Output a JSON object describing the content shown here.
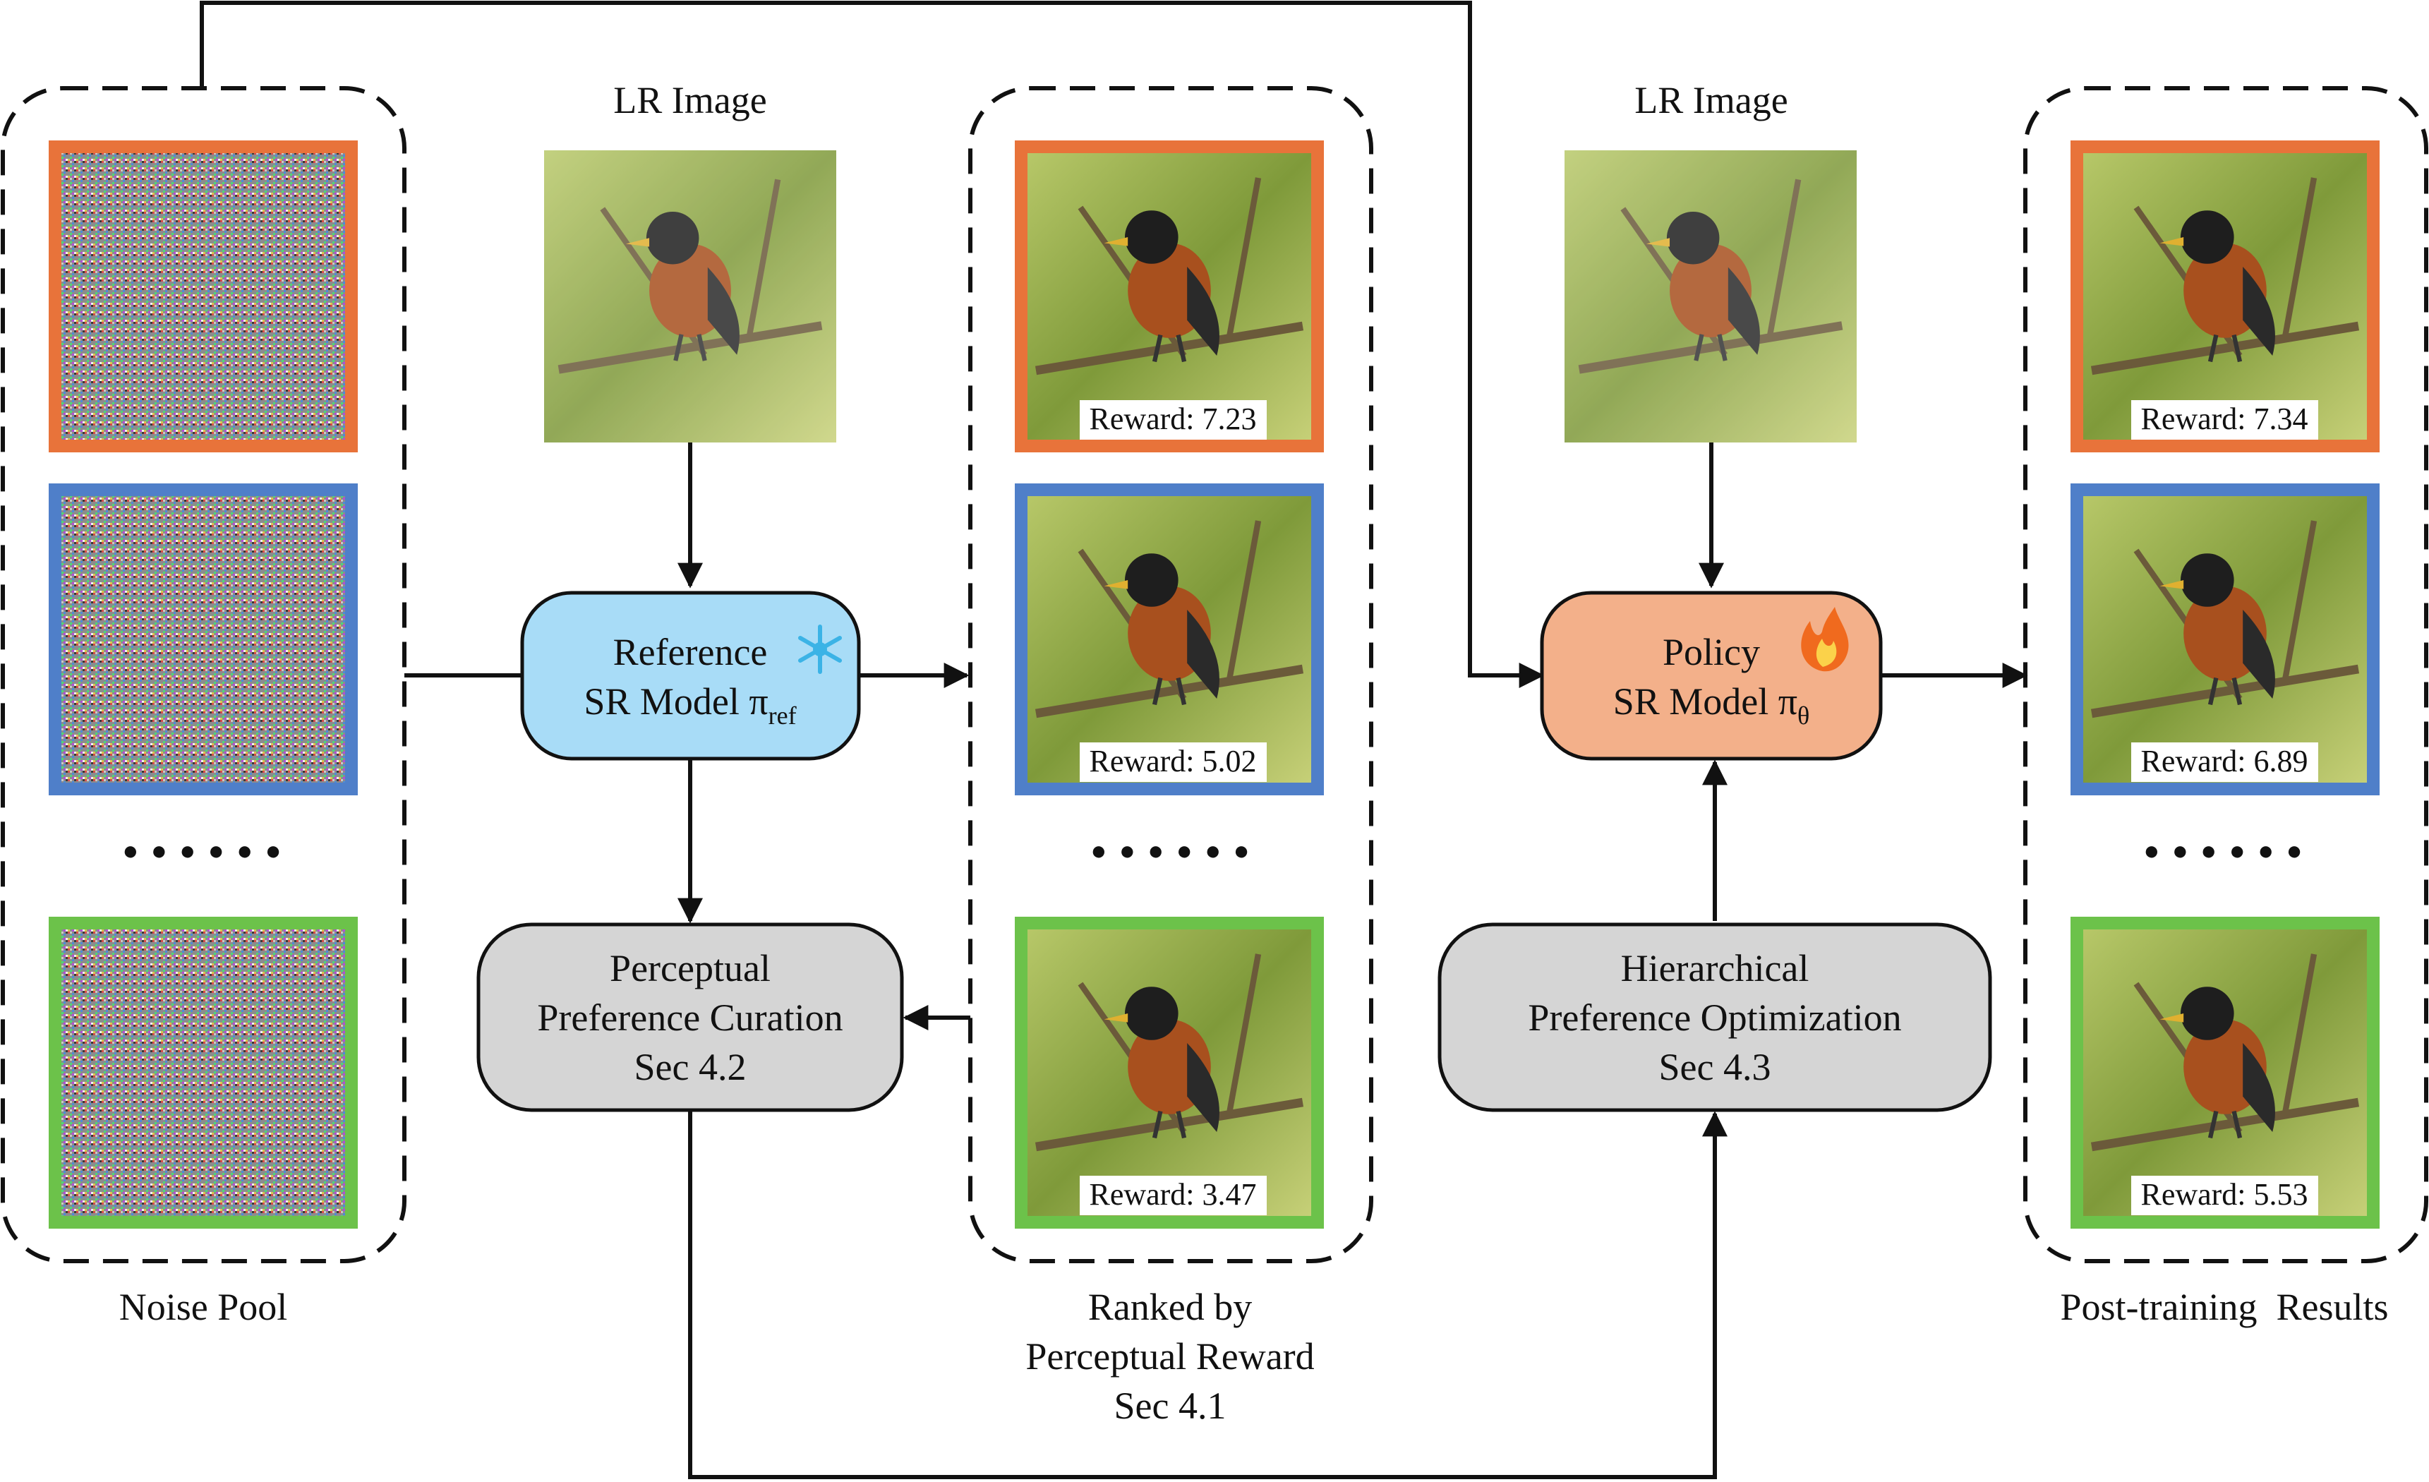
{
  "lr_image_label_left": "LR Image",
  "lr_image_label_right": "LR Image",
  "reference_model": {
    "line1": "Reference",
    "line2": "SR Model π",
    "subscript": "ref"
  },
  "policy_model": {
    "line1": "Policy",
    "line2": "SR Model π",
    "subscript": "θ"
  },
  "perceptual_box": {
    "line1": "Perceptual",
    "line2": "Preference Curation",
    "line3": "Sec 4.2"
  },
  "hierarchical_box": {
    "line1": "Hierarchical",
    "line2": "Preference Optimization",
    "line3": "Sec 4.3"
  },
  "noise_pool_label": "Noise Pool",
  "ranked_label": {
    "line1": "Ranked by",
    "line2": "Perceptual Reward",
    "line3": "Sec 4.1"
  },
  "post_training_label": "Post-training  Results",
  "ellipsis": "● ● ● ● ● ●",
  "ranked_rewards": [
    "Reward: 7.23",
    "Reward: 5.02",
    "Reward: 3.47"
  ],
  "post_rewards": [
    "Reward: 7.34",
    "Reward: 6.89",
    "Reward: 5.53"
  ],
  "colors": {
    "orange": "#e8733a",
    "blue": "#4f7fc9",
    "green": "#6cc24a",
    "reference_fill": "#a8dcf7",
    "policy_fill": "#f3b08a",
    "gray_fill": "#d5d5d5"
  },
  "icons": {
    "reference": "snowflake-icon",
    "policy": "flame-icon"
  }
}
